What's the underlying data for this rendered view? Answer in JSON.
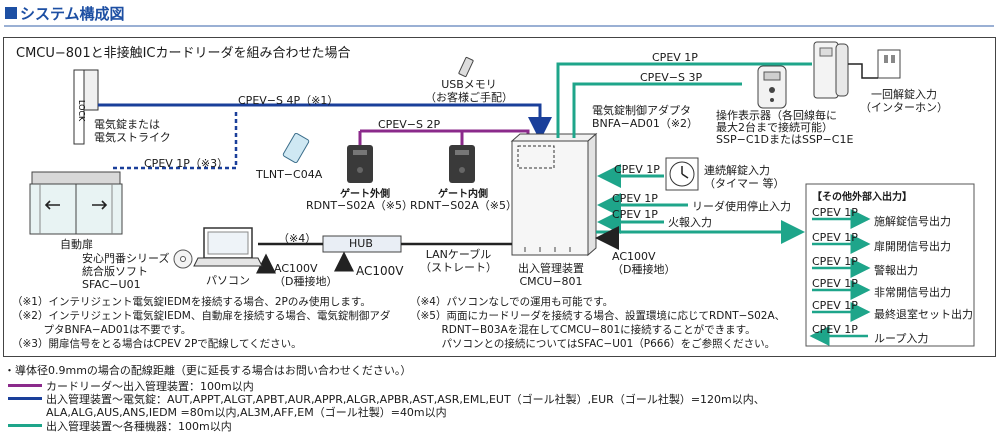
{
  "header": {
    "title": "システム構成図"
  },
  "panel_title": "CMCU−801と非接触ICカードリーダを組み合わせた場合",
  "colors": {
    "purple": "#8b2a8b",
    "blue": "#1a3f9a",
    "teal": "#1ea58a",
    "dark": "#222222",
    "header_blue": "#1d4fa3"
  },
  "devices": {
    "door_lock": [
      "電気錠または",
      "電気ストライク"
    ],
    "auto_door": "自動扉",
    "tlnt": "TLNT−C04A",
    "reader_out": {
      "tag": "ゲート外側",
      "model": "RDNT−S02A（※5）"
    },
    "reader_in": {
      "tag": "ゲート内側",
      "model": "RDNT−S02A（※5）"
    },
    "usb": [
      "USBメモリ",
      "（お客様ご手配）"
    ],
    "adapter": [
      "電気錠制御アダプタ",
      "BNFA−AD01（※2）"
    ],
    "controller": [
      "出入管理装置",
      "CMCU−801"
    ],
    "controller_power": [
      "AC100V",
      "（D種接地）"
    ],
    "hub": "HUB",
    "hub_power": "AC100V",
    "lan": [
      "LANケーブル",
      "（ストレート）"
    ],
    "pc": "パソコン",
    "pc_power": [
      "AC100V",
      "（D種接地）"
    ],
    "software": [
      "安心門番シリーズ",
      "統合版ソフト",
      "SFAC−U01"
    ],
    "pc_note": "（※4）",
    "display": [
      "操作表示器（各回線毎に",
      "最大2台まで接続可能）",
      "SSP−C1DまたはSSP−C1E"
    ],
    "interphone": [
      "一回解錠入力",
      "（インターホン）"
    ],
    "timer": [
      "連続解錠入力",
      "（タイマー 等）"
    ],
    "reader_stop": "リーダ使用停止入力",
    "fire": "火報入力"
  },
  "cables": {
    "lock": "CPEV−S 4P（※1）",
    "autodoor": "CPEV 1P（※3）",
    "reader": "CPEV−S 2P",
    "interphone": "CPEV 1P",
    "display": "CPEV−S 3P",
    "timer": "CPEV 1P",
    "stop": "CPEV 1P",
    "fire": "CPEV 1P"
  },
  "other_io": {
    "title": "【その他外部入出力】",
    "items": [
      {
        "cable": "CPEV 1P",
        "label": "施解錠信号出力"
      },
      {
        "cable": "CPEV 1P",
        "label": "扉開閉信号出力"
      },
      {
        "cable": "CPEV 1P",
        "label": "警報出力"
      },
      {
        "cable": "CPEV 1P",
        "label": "非常開信号出力"
      },
      {
        "cable": "CPEV 1P",
        "label": "最終退室セット出力"
      },
      {
        "cable": "CPEV 1P",
        "label": "ループ入力"
      }
    ]
  },
  "notes_left": [
    "（※1）インテリジェント電気錠IEDMを接続する場合、2Pのみ使用します。",
    "（※2）インテリジェント電気錠IEDM、自動扉を接続する場合、電気錠制御アダ",
    "　　　プタBNFA−AD01は不要です。",
    "（※3）開扉信号をとる場合はCPEV 2Pで配線してください。"
  ],
  "notes_right": [
    "（※4）パソコンなしでの運用も可能です。",
    "（※5）両面にカードリーダを接続する場合、設置環境に応じてRDNT−S02A、",
    "　　　RDNT−B03Aを混在してCMCU−801に接続することができます。",
    "　　　パソコンとの接続についてはSFAC−U01（P666）をご参照ください。"
  ],
  "legend": {
    "header": "・導体径0.9mmの場合の配線距離（更に延長する場合はお問い合わせください。）",
    "rows": [
      {
        "color": "purple",
        "text": "カードリーダ〜出入管理装置：100m以内"
      },
      {
        "color": "blue",
        "text": "出入管理装置〜電気錠：AUT,APPT,ALGT,APBT,AUR,APPR,ALGR,APBR,AST,ASR,EML,EUT（ゴール社製）,EUR（ゴール社製）=120m以内、"
      },
      {
        "color": "none",
        "text": "ALA,ALG,AUS,ANS,IEDM =80m以内,AL3M,AFF,EM（ゴール社製）=40m以内"
      },
      {
        "color": "teal",
        "text": "出入管理装置〜各種機器：100m以内"
      }
    ]
  }
}
